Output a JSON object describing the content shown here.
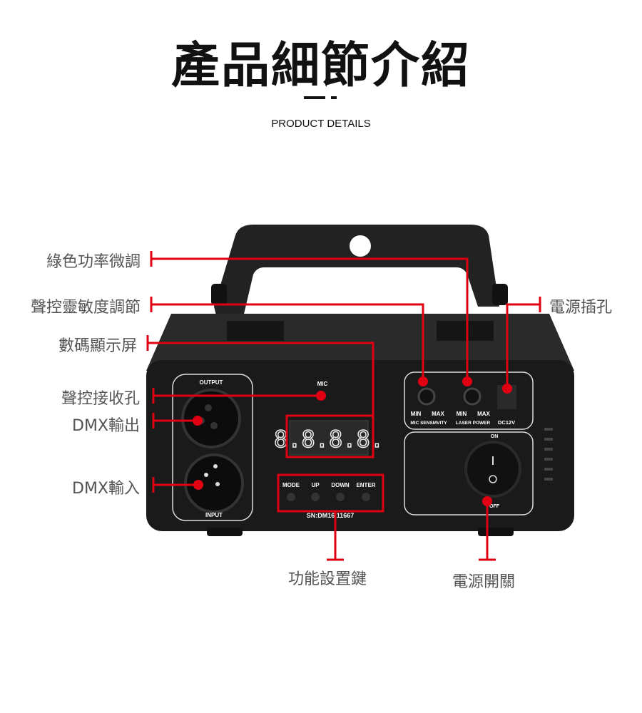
{
  "header": {
    "title": "產品細節介紹",
    "subtitle": "PRODUCT DETAILS"
  },
  "callouts": {
    "green_power": "綠色功率微調",
    "sound_sensitivity": "聲控靈敏度調節",
    "digital_display": "數碼顯示屏",
    "sound_receiver": "聲控接收孔",
    "dmx_out": "DMX輸出",
    "dmx_in": "DMX輸入",
    "power_jack": "電源插孔",
    "function_keys": "功能設置鍵",
    "power_switch": "電源開關"
  },
  "device": {
    "output": "OUTPUT",
    "input": "INPUT",
    "mic": "MIC",
    "display": "8.8.8.8.",
    "buttons": [
      "MODE",
      "UP",
      "DOWN",
      "ENTER"
    ],
    "serial": "SN:DM16 11667",
    "knob_min": "MIN",
    "knob_max": "MAX",
    "mic_sens": "MIC SENSMVITY",
    "laser_power": "LASER POWER",
    "dc": "DC12V",
    "on": "ON",
    "off": "OFF"
  },
  "colors": {
    "accent": "#e00012",
    "body": "#1a1a1a"
  }
}
